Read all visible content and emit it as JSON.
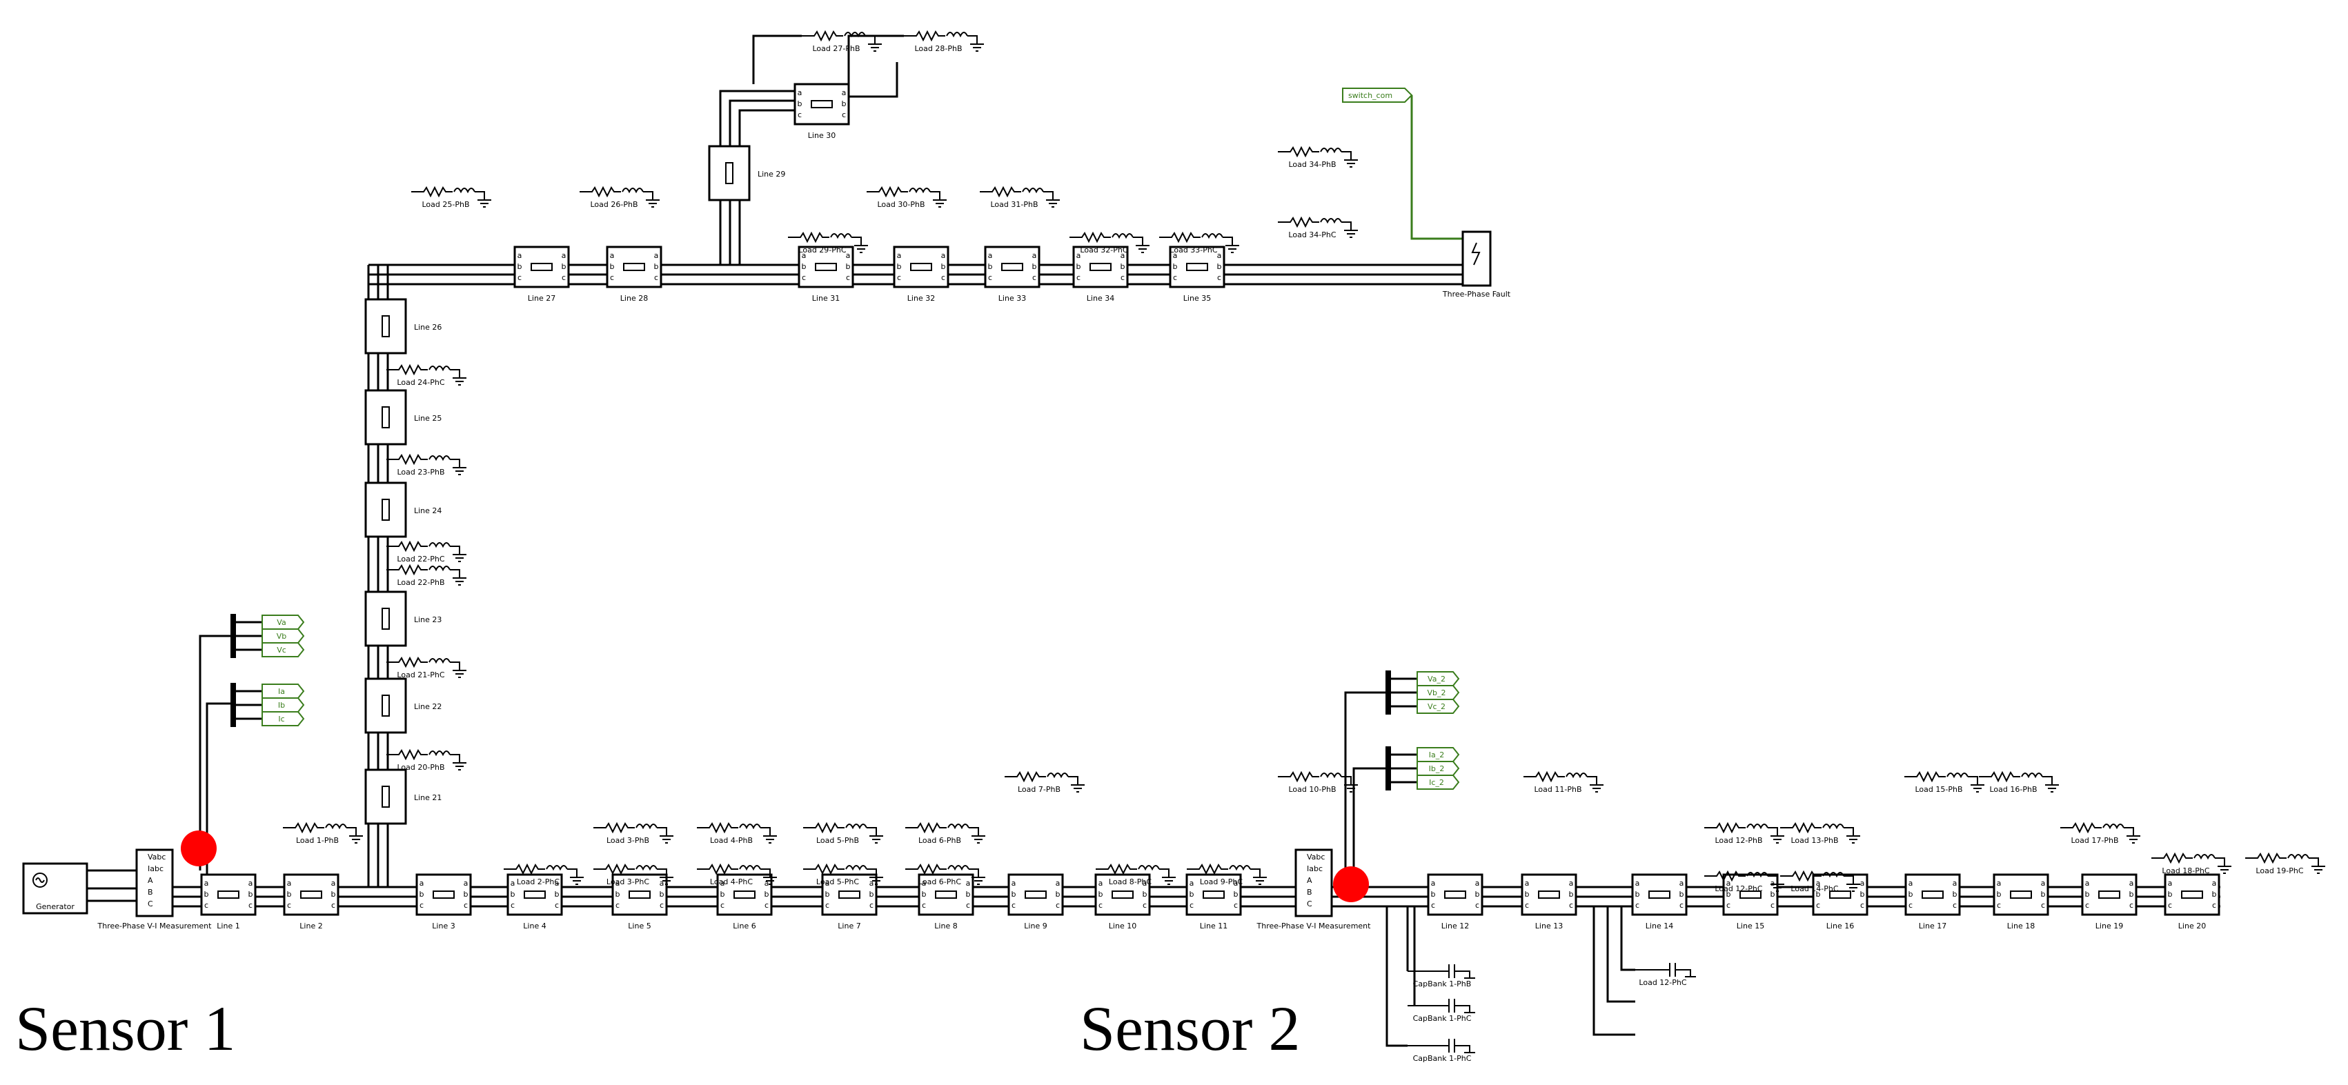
{
  "diagram": {
    "sensors": [
      {
        "label": "Sensor 1",
        "color": "#ff0000"
      },
      {
        "label": "Sensor 2",
        "color": "#ff0000"
      }
    ],
    "source": {
      "label": "Generator"
    },
    "measurement_label": "Three-Phase V-I Measurement",
    "fault_label": "Three-Phase Fault",
    "fault_signal": "switch_com",
    "goto_tags_1": [
      "Va",
      "Vb",
      "Vc",
      "Ia",
      "Ib",
      "Ic"
    ],
    "goto_tags_2": [
      "Va_2",
      "Vb_2",
      "Vc_2",
      "Ia_2",
      "Ib_2",
      "Ic_2"
    ],
    "lines_bottom": [
      "Line 1",
      "Line 2",
      "Line 3",
      "Line 4",
      "Line 5",
      "Line 6",
      "Line 7",
      "Line 8",
      "Line 9",
      "Line 10",
      "Line 11",
      "Line 12",
      "Line 13",
      "Line 14",
      "Line 15",
      "Line 16",
      "Line 17",
      "Line 18",
      "Line 19",
      "Line 20"
    ],
    "lines_vertical": [
      "Line 21",
      "Line 22",
      "Line 23",
      "Line 24",
      "Line 25",
      "Line 26"
    ],
    "lines_top": [
      "Line 27",
      "Line 28",
      "Line 29",
      "Line 30",
      "Line 31",
      "Line 32",
      "Line 33",
      "Line 34",
      "Line 35"
    ],
    "loads": [
      "Load 1-PhB",
      "Load 2-PhC",
      "Load 3-PhB",
      "Load 3-PhC",
      "Load 4-PhB",
      "Load 4-PhC",
      "Load 5-PhB",
      "Load 5-PhC",
      "Load 6-PhB",
      "Load 6-PhC",
      "Load 7-PhB",
      "Load 8-PhC",
      "Load 9-PhC",
      "Load 10-PhB",
      "Load 11-PhB",
      "Load 12-PhB",
      "Load 12-PhC",
      "Load 13-PhB",
      "Load 14-PhC",
      "Load 15-PhB",
      "Load 16-PhB",
      "Load 17-PhB",
      "Load 18-PhC",
      "Load 19-PhC",
      "Load 20-PhB",
      "Load 21-PhC",
      "Load 22-PhB",
      "Load 22-PhC",
      "Load 23-PhB",
      "Load 24-PhC",
      "Load 25-PhB",
      "Load 26-PhB",
      "Load 27-PhB",
      "Load 28-PhB",
      "Load 29-PhC",
      "Load 30-PhB",
      "Load 31-PhB",
      "Load 32-PhC",
      "Load 33-PhC",
      "Load 34-PhB",
      "Load 34-PhC"
    ],
    "capacitors": [
      "CapBank 1-PhB",
      "CapBank 1-PhC",
      "CapBank 1-PhC"
    ]
  }
}
